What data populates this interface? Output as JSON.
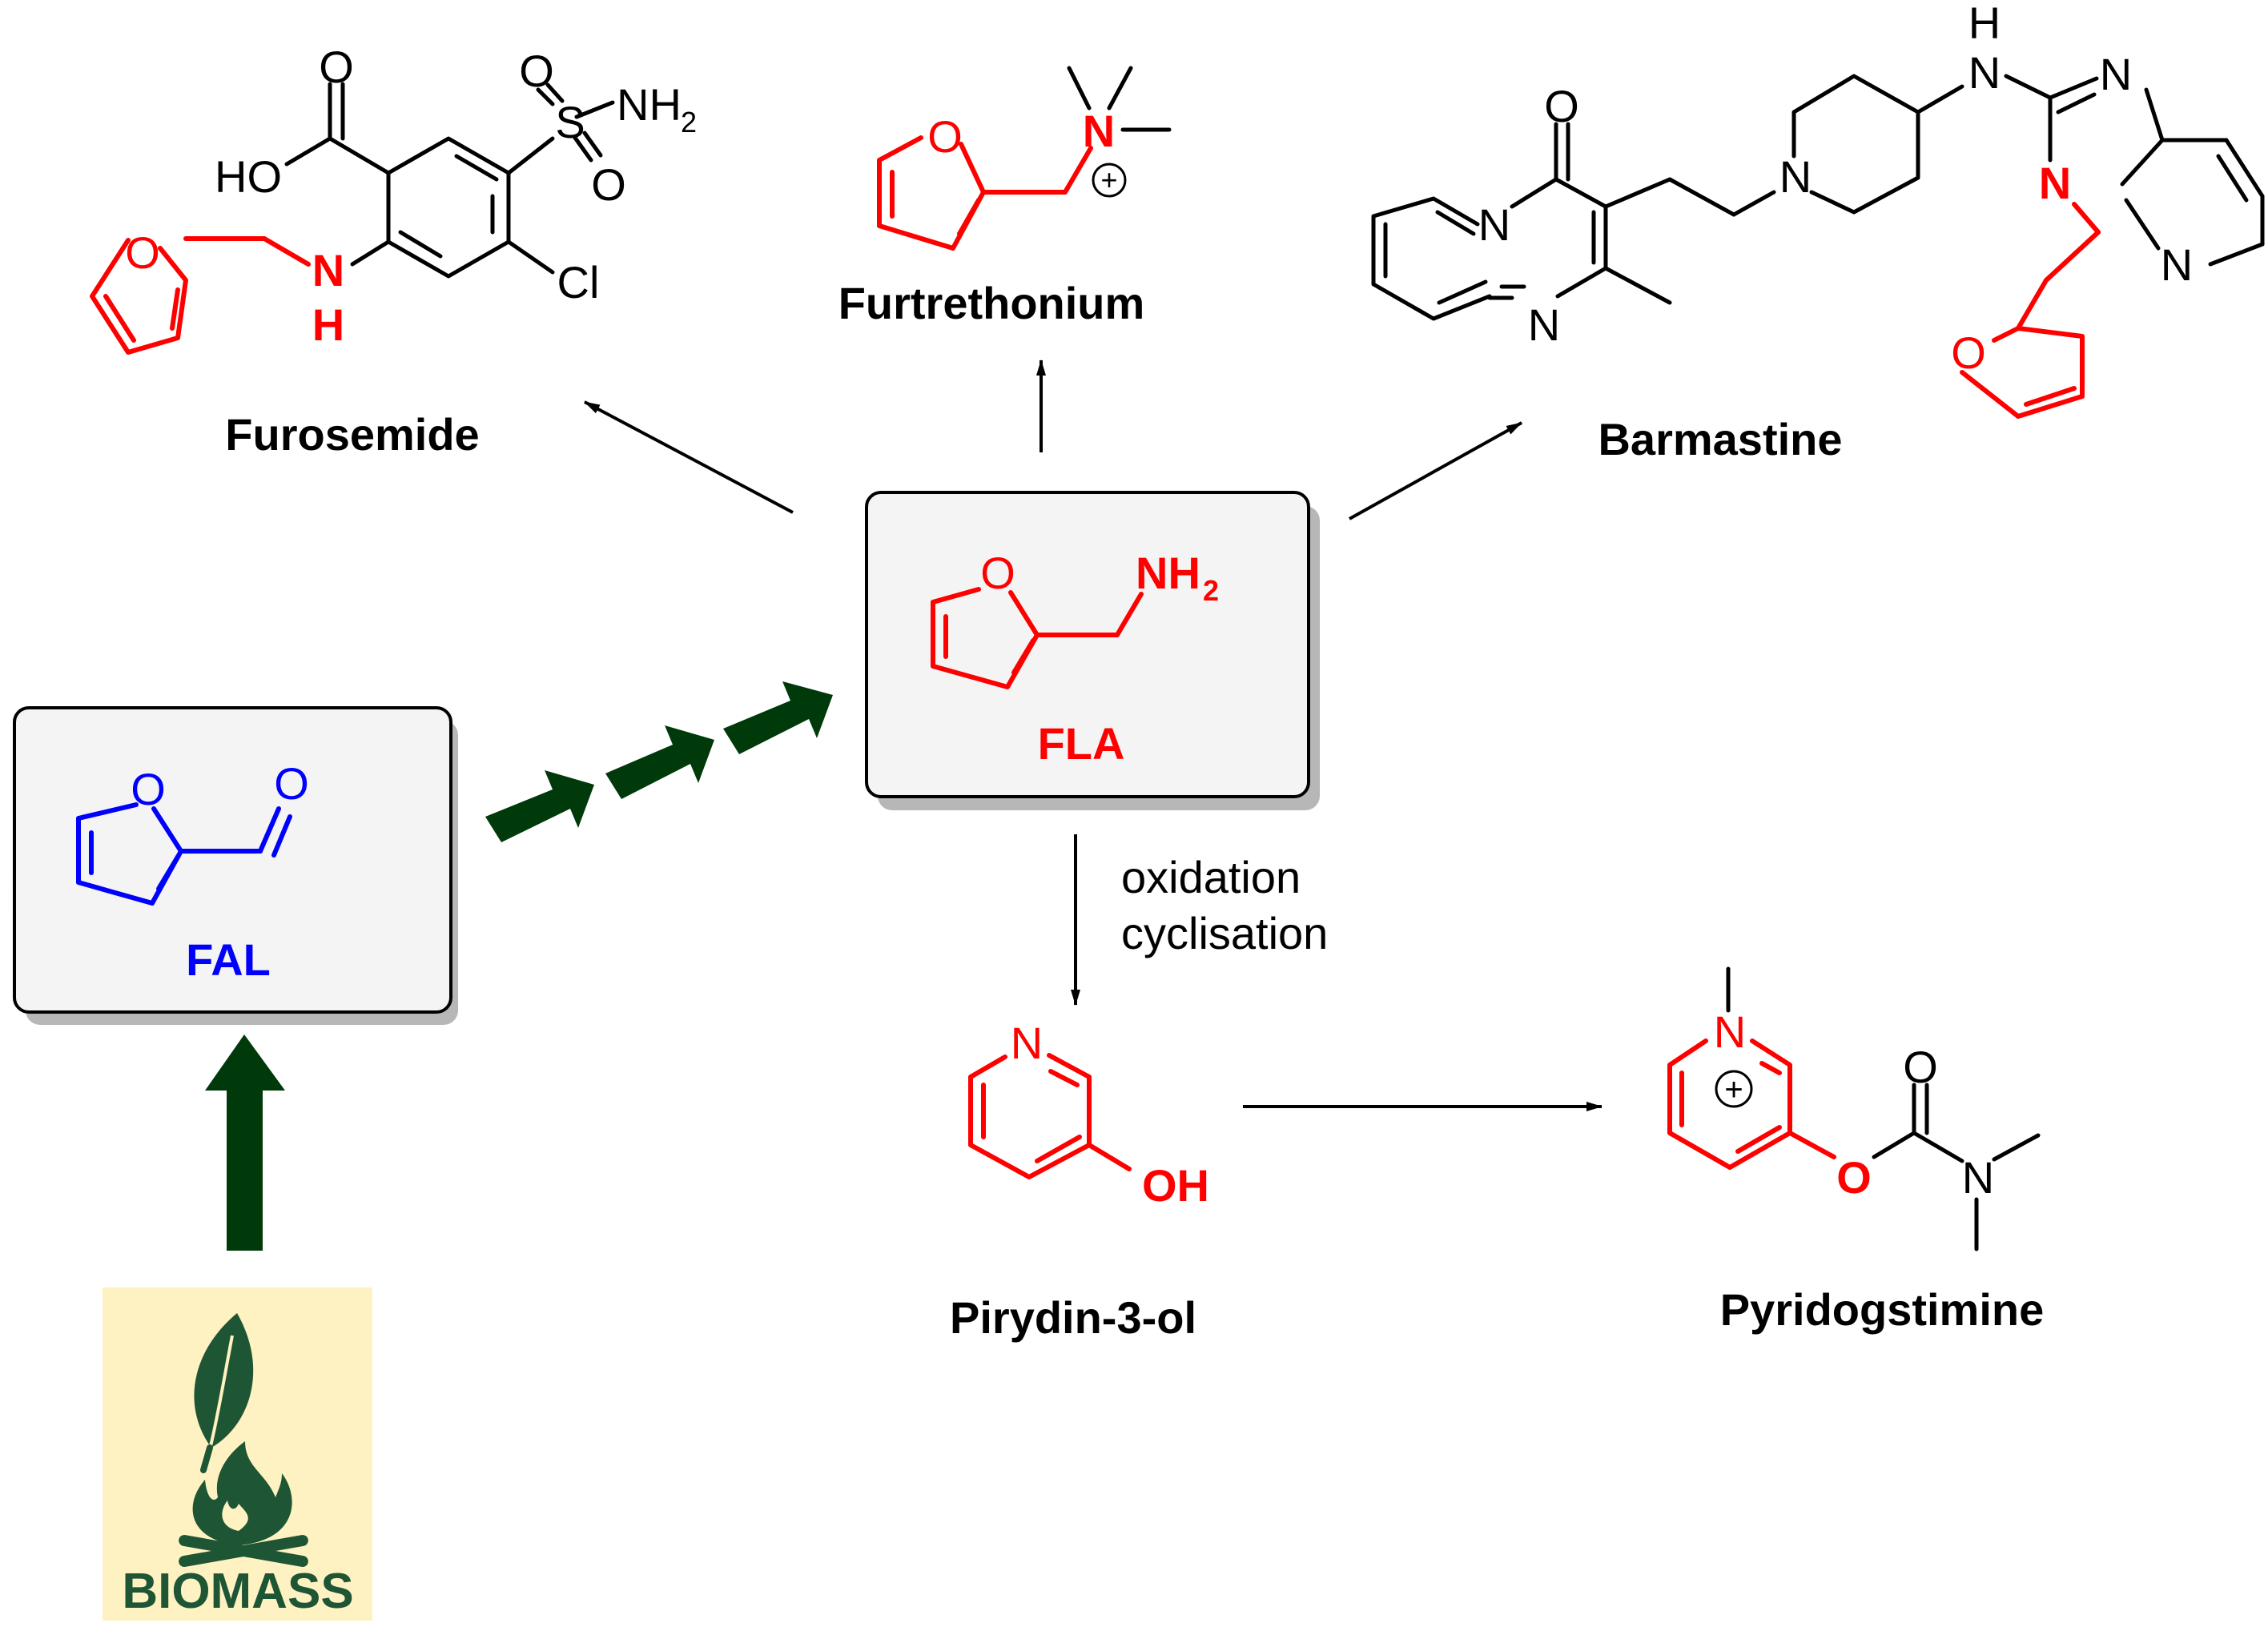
{
  "colors": {
    "fla_red": "#ff0000",
    "fal_blue": "#0000ff",
    "green_arrows": "#003a0a",
    "biomass_bg": "#fff2c2",
    "biomass_green": "#1e5535"
  },
  "compounds": {
    "furosemide": {
      "name": "Furosemide",
      "atoms": {
        "o_carbonyl": "O",
        "ho": "HO",
        "s": "S",
        "o_s1": "O",
        "o_s2": "O",
        "nh2": "NH",
        "nh2_sub": "2",
        "cl": "Cl",
        "o_furan": "O",
        "n": "N",
        "h": "H"
      }
    },
    "furtrethonium": {
      "name": "Furtrethonium",
      "atoms": {
        "o_furan": "O",
        "n": "N",
        "charge": "+"
      }
    },
    "barmastine": {
      "name": "Barmastine",
      "atoms": {
        "o_carbonyl": "O",
        "n_bridge": "N",
        "n_pyrimidine": "N",
        "n_piperidine": "N",
        "nh_n": "N",
        "nh_h": "H",
        "n_imid_top": "N",
        "n_imid_sub": "N",
        "n_pyridine": "N",
        "o_furan": "O"
      }
    },
    "fla": {
      "name": "FLA",
      "atoms": {
        "o_furan": "O",
        "nh2": "NH",
        "nh2_sub": "2"
      }
    },
    "fal": {
      "name": "FAL",
      "atoms": {
        "o_furan": "O",
        "o_aldehyde": "O"
      }
    },
    "pyridinol": {
      "name": "Pirydin-3-ol",
      "atoms": {
        "n": "N",
        "oh": "OH"
      }
    },
    "pyridostigmine": {
      "name": "Pyridogstimine",
      "atoms": {
        "n_plus": "N",
        "charge": "+",
        "o_carbonyl": "O",
        "o_ester": "O",
        "n_amine": "N"
      }
    }
  },
  "conditions": {
    "line1": "oxidation",
    "line2": "cyclisation"
  },
  "biomass": {
    "label": "BIOMASS",
    "leaf_icon": "leaf-icon",
    "fire_icon": "campfire-icon"
  }
}
